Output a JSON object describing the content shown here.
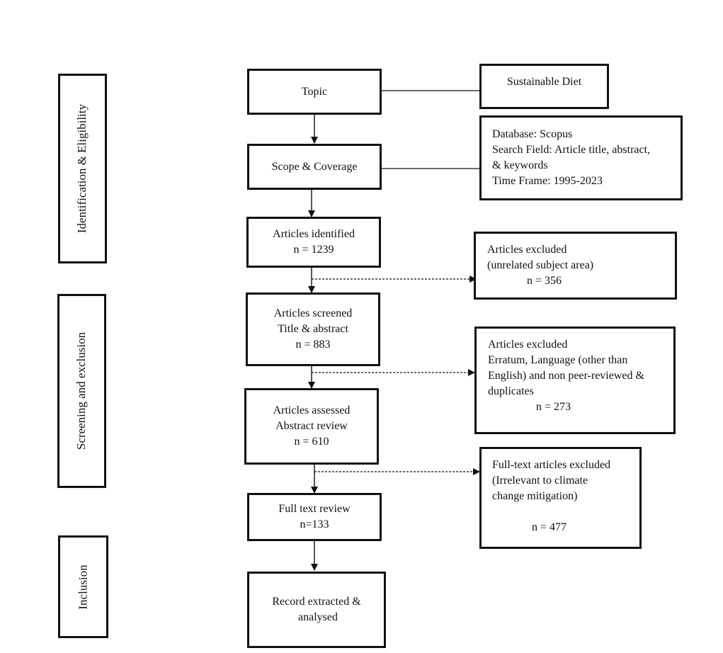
{
  "phases": {
    "identification": "Identification & Eligibility",
    "screening": "Screening and exclusion",
    "inclusion": "Inclusion"
  },
  "main": {
    "topic": [
      "Topic"
    ],
    "scope": [
      "Scope & Coverage"
    ],
    "identified": [
      "Articles identified",
      "n = 1239"
    ],
    "screened": [
      "Articles screened",
      "Title & abstract",
      "n = 883"
    ],
    "assessed": [
      "Articles assessed",
      "Abstract review",
      "n = 610"
    ],
    "fulltext": [
      "Full text review",
      "n=133"
    ],
    "record": [
      "Record extracted &",
      " analysed"
    ]
  },
  "side": {
    "sustainable": [
      "Sustainable Diet"
    ],
    "database": [
      "Database: Scopus",
      "Search Field: Article title, abstract,",
      "& keywords",
      "Time Frame: 1995-2023"
    ],
    "excluded1": [
      "Articles excluded",
      "(unrelated subject area)",
      "              n = 356"
    ],
    "excluded2": [
      "Articles excluded",
      "Erratum, Language (other than",
      "English) and non peer-reviewed &",
      "duplicates",
      "                 n = 273"
    ],
    "excluded3": [
      "Full-text articles excluded",
      "(Irrelevant to climate",
      "change mitigation)",
      "",
      "              n = 477"
    ]
  }
}
